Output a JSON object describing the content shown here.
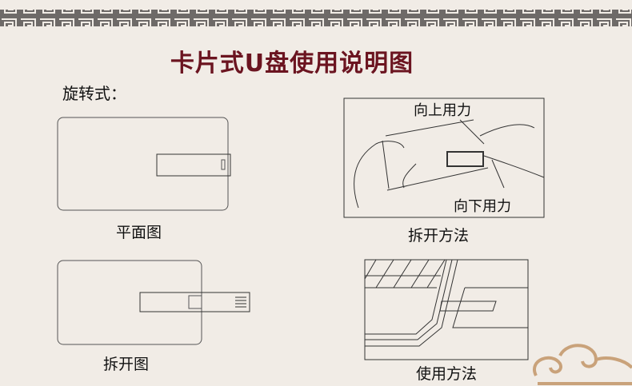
{
  "title": "卡片式U盘使用说明图",
  "section_label": "旋转式：",
  "figures": {
    "flat": {
      "caption": "平面图"
    },
    "opened": {
      "caption": "拆开图"
    },
    "open_method": {
      "caption": "拆开方法",
      "label_up": "向上用力",
      "label_down": "向下用力"
    },
    "use_method": {
      "caption": "使用方法"
    }
  },
  "colors": {
    "title": "#6b1420",
    "background": "#f1ece6",
    "border": "#6e6a68",
    "cloud": "#c9a27a"
  }
}
